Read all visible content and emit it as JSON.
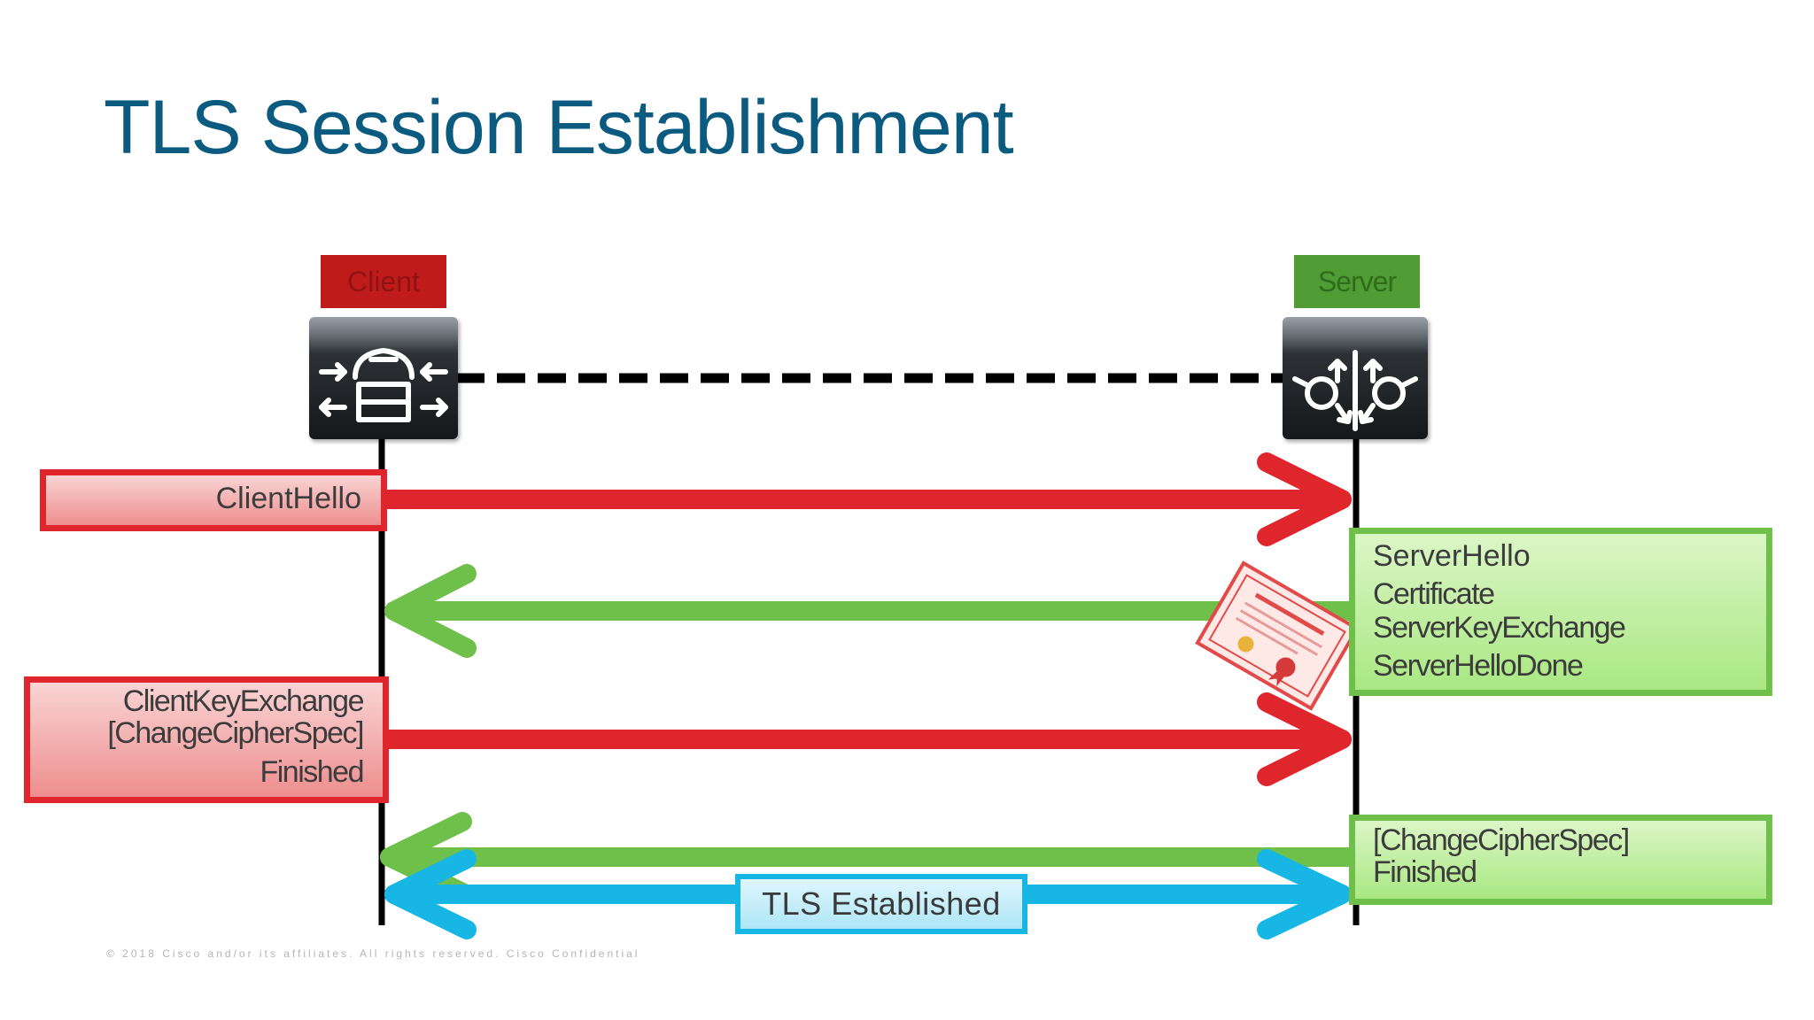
{
  "title": "TLS Session Establishment",
  "client": {
    "label": "Client",
    "color": "#c01b1b"
  },
  "server": {
    "label": "Server",
    "color": "#4f9c34"
  },
  "messages": {
    "client_hello": [
      "ClientHello"
    ],
    "server_hello": [
      "ServerHello",
      "Certificate",
      "ServerKeyExchange",
      "ServerHelloDone"
    ],
    "client_key": [
      "ClientKeyExchange",
      "[ChangeCipherSpec]",
      "Finished"
    ],
    "server_finish": [
      "[ChangeCipherSpec]",
      "Finished"
    ]
  },
  "established": "TLS Established",
  "footer": "© 2018 Cisco and/or its affiliates. All rights reserved. Cisco Confidential",
  "colors": {
    "title": "#0b5a7f",
    "client_arrow": "#e0262d",
    "server_arrow": "#6fc04b",
    "established_arrow": "#18b6e4"
  },
  "icons": {
    "client_device": "voice-router-icon",
    "server_device": "call-manager-icon",
    "certificate": "certificate-icon"
  }
}
